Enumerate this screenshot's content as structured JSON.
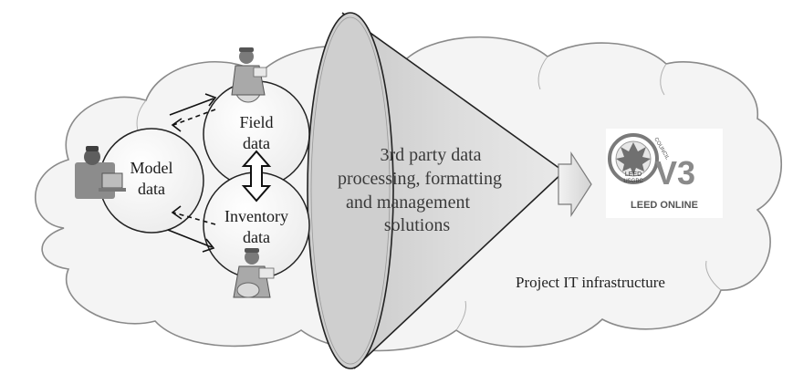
{
  "nodes": {
    "model": {
      "line1": "Model",
      "line2": "data"
    },
    "field": {
      "line1": "Field",
      "line2": "data"
    },
    "inventory": {
      "line1": "Inventory",
      "line2": "data"
    }
  },
  "cone": {
    "lines": [
      "3rd party data",
      "processing, formatting",
      "and management",
      "solutions"
    ]
  },
  "infrastructure_label": "Project IT infrastructure",
  "logo": {
    "seal_top": "LEED",
    "seal_bottom": "USGBC",
    "seal_side": "COUNCIL",
    "version": "V3",
    "caption": "LEED ONLINE"
  },
  "colors": {
    "cloud_fill": "#f4f4f4",
    "cloud_stroke": "#8a8a8a",
    "cone_fill": "#d6d6d6",
    "node_fill": "#f7f7f7",
    "stroke": "#222222"
  }
}
